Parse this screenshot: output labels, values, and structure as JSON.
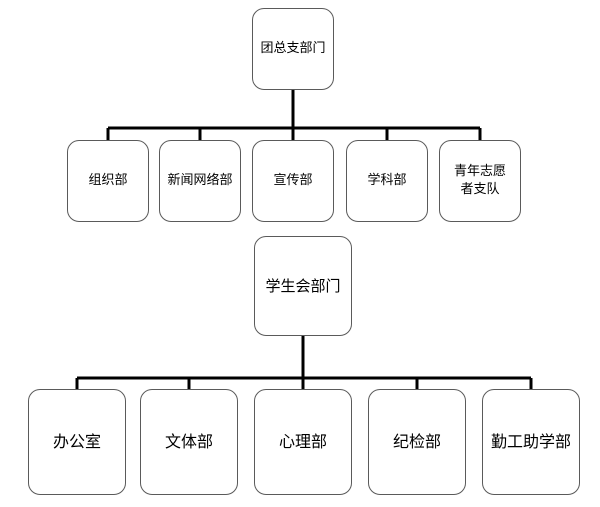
{
  "org_chart_1": {
    "root": {
      "label": "团总支部门"
    },
    "children": [
      {
        "label": "组织部"
      },
      {
        "label": "新闻网络部"
      },
      {
        "label": "宣传部"
      },
      {
        "label": "学科部"
      },
      {
        "label": "青年志愿者支队"
      }
    ]
  },
  "org_chart_2": {
    "root": {
      "label": "学生会部门"
    },
    "children": [
      {
        "label": "办公室"
      },
      {
        "label": "文体部"
      },
      {
        "label": "心理部"
      },
      {
        "label": "纪检部"
      },
      {
        "label": "勤工助学部"
      }
    ]
  },
  "colors": {
    "line": "#000000",
    "box_border": "#5a5a5a",
    "background": "#ffffff"
  }
}
